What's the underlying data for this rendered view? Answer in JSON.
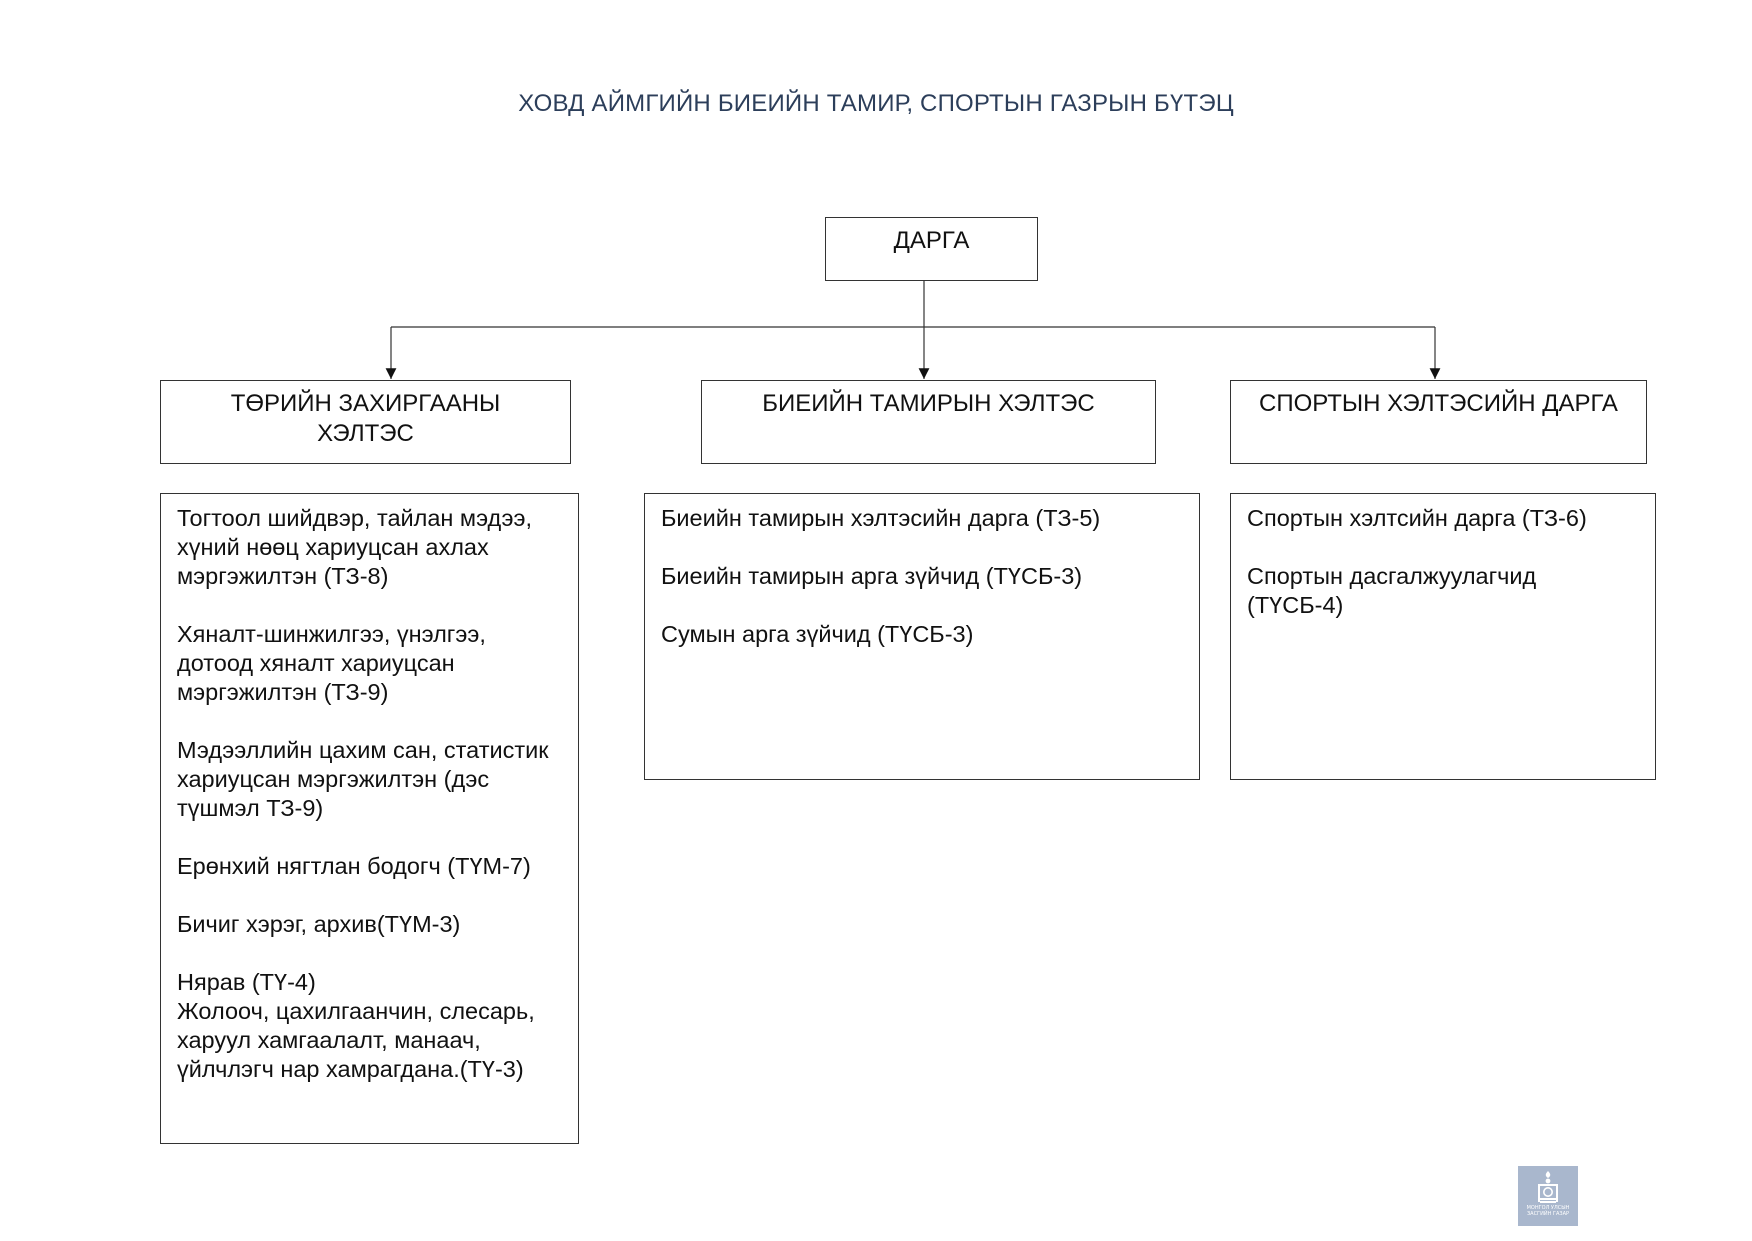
{
  "title": "ХОВД АЙМГИЙН БИЕИЙН ТАМИР, СПОРТЫН ГАЗРЫН БҮТЭЦ",
  "root": {
    "label": "ДАРГА"
  },
  "departments": [
    {
      "label": "ТӨРИЙН ЗАХИРГААНЫ ХЭЛТЭС",
      "items": [
        "Тогтоол шийдвэр, тайлан мэдээ, хүний нөөц хариуцсан ахлах мэргэжилтэн (ТЗ-8)",
        "Хяналт-шинжилгээ, үнэлгээ, дотоод хяналт хариуцсан мэргэжилтэн (ТЗ-9)",
        "Мэдээллийн цахим сан, статистик хариуцсан мэргэжилтэн (дэс түшмэл ТЗ-9)",
        "Ерөнхий нягтлан бодогч (ТҮМ-7)",
        "Бичиг хэрэг, архив(ТҮМ-3)",
        "Нярав (ТҮ-4)",
        "Жолооч, цахилгаанчин, слесарь, харуул хамгаалалт, манаач, үйлчлэгч нар хамрагдана.(ТҮ-3)"
      ]
    },
    {
      "label": "БИЕИЙН ТАМИРЫН ХЭЛТЭС",
      "items": [
        "Биеийн тамирын хэлтэсийн дарга (ТЗ-5)",
        "Биеийн тамирын арга зүйчид (ТҮСБ-3)",
        "Сумын арга зүйчид (ТҮСБ-3)"
      ]
    },
    {
      "label": "СПОРТЫН ХЭЛТЭСИЙН ДАРГА",
      "items": [
        "Спортын хэлтсийн дарга (ТЗ-6)",
        "Спортын дасгалжуулагчид (ТҮСБ-4)"
      ]
    }
  ],
  "logo": {
    "text": "МОНГОЛ УЛСЫН ЗАСГИЙН ГАЗАР"
  },
  "colors": {
    "title": "#2c3e5a",
    "border": "#333333",
    "logo_bg": "#a9b7cd"
  }
}
